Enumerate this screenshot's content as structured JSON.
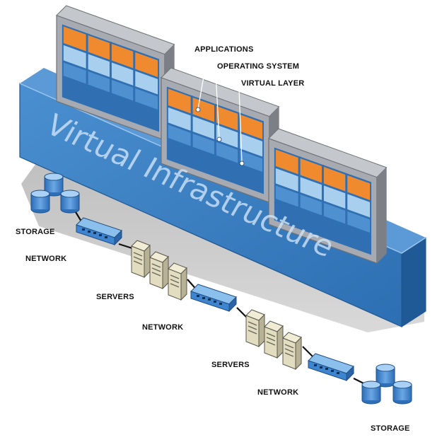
{
  "platform": {
    "title": "Virtual Infrastructure"
  },
  "callouts": {
    "applications": "APPLICATIONS",
    "operating_system": "OPERATING SYSTEM",
    "virtual_layer": "VIRTUAL LAYER"
  },
  "physical_labels": {
    "storage_top": "STORAGE",
    "network_1": "NETWORK",
    "servers_1": "SERVERS",
    "network_2": "NETWORK",
    "servers_2": "SERVERS",
    "network_3": "NETWORK",
    "storage_bottom": "STORAGE"
  },
  "colors": {
    "platform_blue": "#2f73b6",
    "application_orange": "#f08a2e",
    "os_light_blue": "#a8cfee",
    "virtual_layer_blue": "#4f91d0",
    "vm_frame_gray": "#9a9ea4",
    "server_beige": "#dcd6b8",
    "storage_blue": "#4d8fd6"
  }
}
